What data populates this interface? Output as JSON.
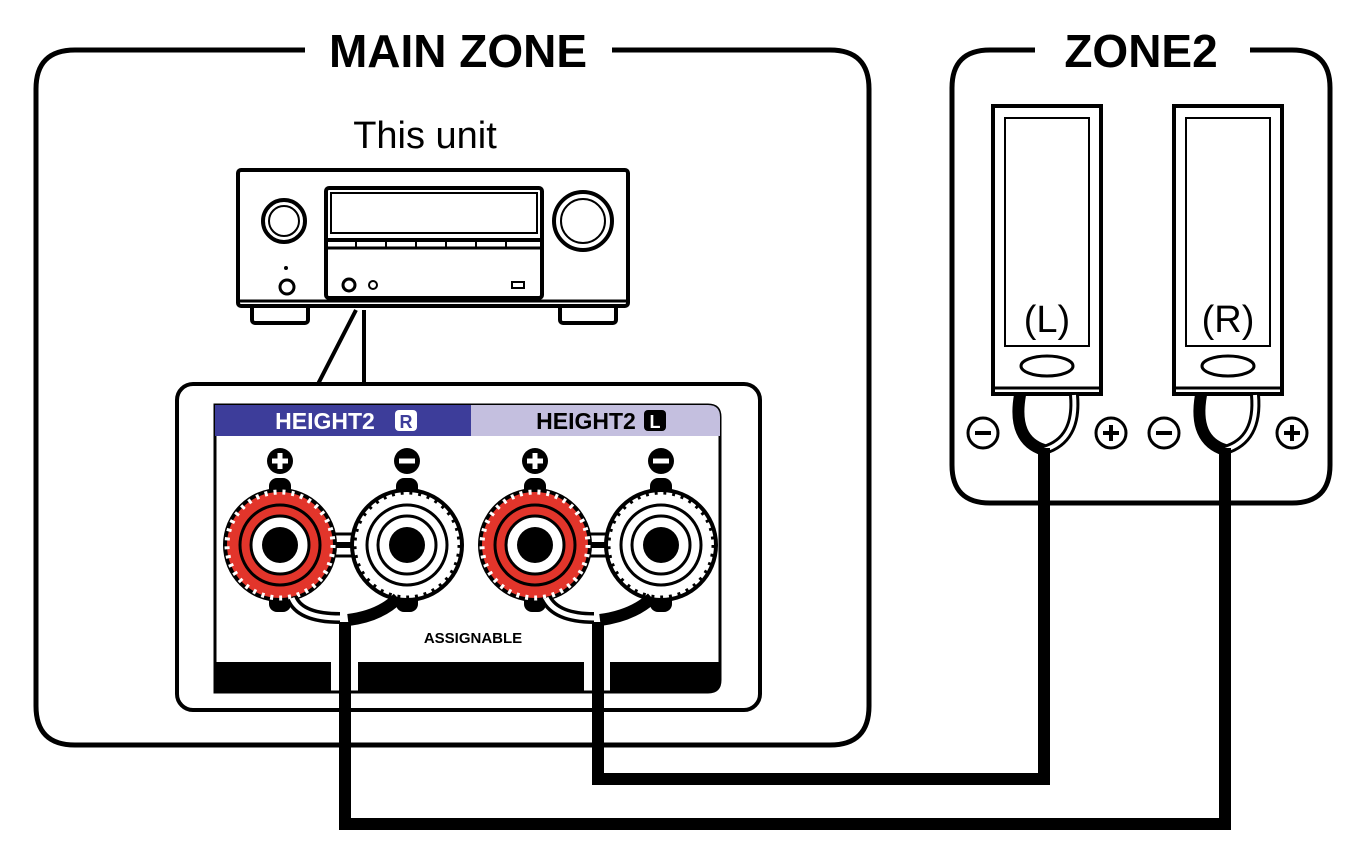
{
  "main_zone": {
    "title": "MAIN ZONE",
    "unit_label": "This unit",
    "panel": {
      "height2_r": "HEIGHT2",
      "height2_r_badge": "R",
      "height2_l": "HEIGHT2",
      "height2_l_badge": "L",
      "assignable": "ASSIGNABLE"
    }
  },
  "zone2": {
    "title": "ZONE2",
    "left_speaker": "(L)",
    "right_speaker": "(R)"
  },
  "colors": {
    "height2_r_bar": "#3d3d9a",
    "height2_l_bar": "#c4bfdf",
    "terminal_positive": "#e2352b",
    "terminal_negative": "#ffffff",
    "line": "#000000"
  },
  "icons": [
    "plus-icon",
    "minus-icon"
  ]
}
